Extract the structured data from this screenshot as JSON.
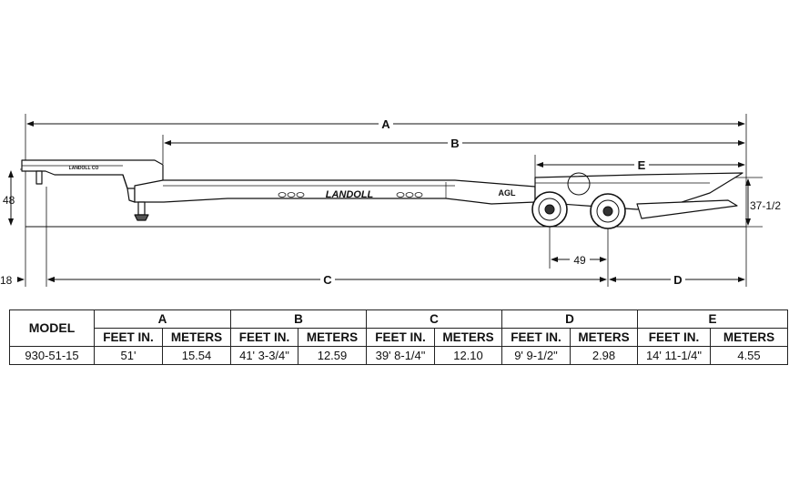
{
  "drawing": {
    "dimension_labels": {
      "a": "A",
      "b": "B",
      "c": "C",
      "d": "D",
      "e": "E"
    },
    "side_labels": {
      "height_left": "48",
      "offset_left": "18",
      "height_right": "37-1/2",
      "axle_spacing": "49"
    },
    "trailer_markings": {
      "side_logo": "LANDOLL",
      "gooseneck_logo": "LANDOLL CO",
      "rear_badge": "AGL"
    }
  },
  "spec_table": {
    "model_header": "MODEL",
    "groups": [
      "A",
      "B",
      "C",
      "D",
      "E"
    ],
    "sub_headers": [
      "FEET IN.",
      "METERS",
      "FEET IN.",
      "METERS",
      "FEET IN.",
      "METERS",
      "FEET IN.",
      "METERS",
      "FEET IN.",
      "METERS"
    ],
    "rows": [
      [
        "930-51-15",
        "51'",
        "15.54",
        "41' 3-3/4\"",
        "12.59",
        "39' 8-1/4\"",
        "12.10",
        "9' 9-1/2\"",
        "2.98",
        "14' 11-1/4\"",
        "4.55"
      ]
    ]
  }
}
